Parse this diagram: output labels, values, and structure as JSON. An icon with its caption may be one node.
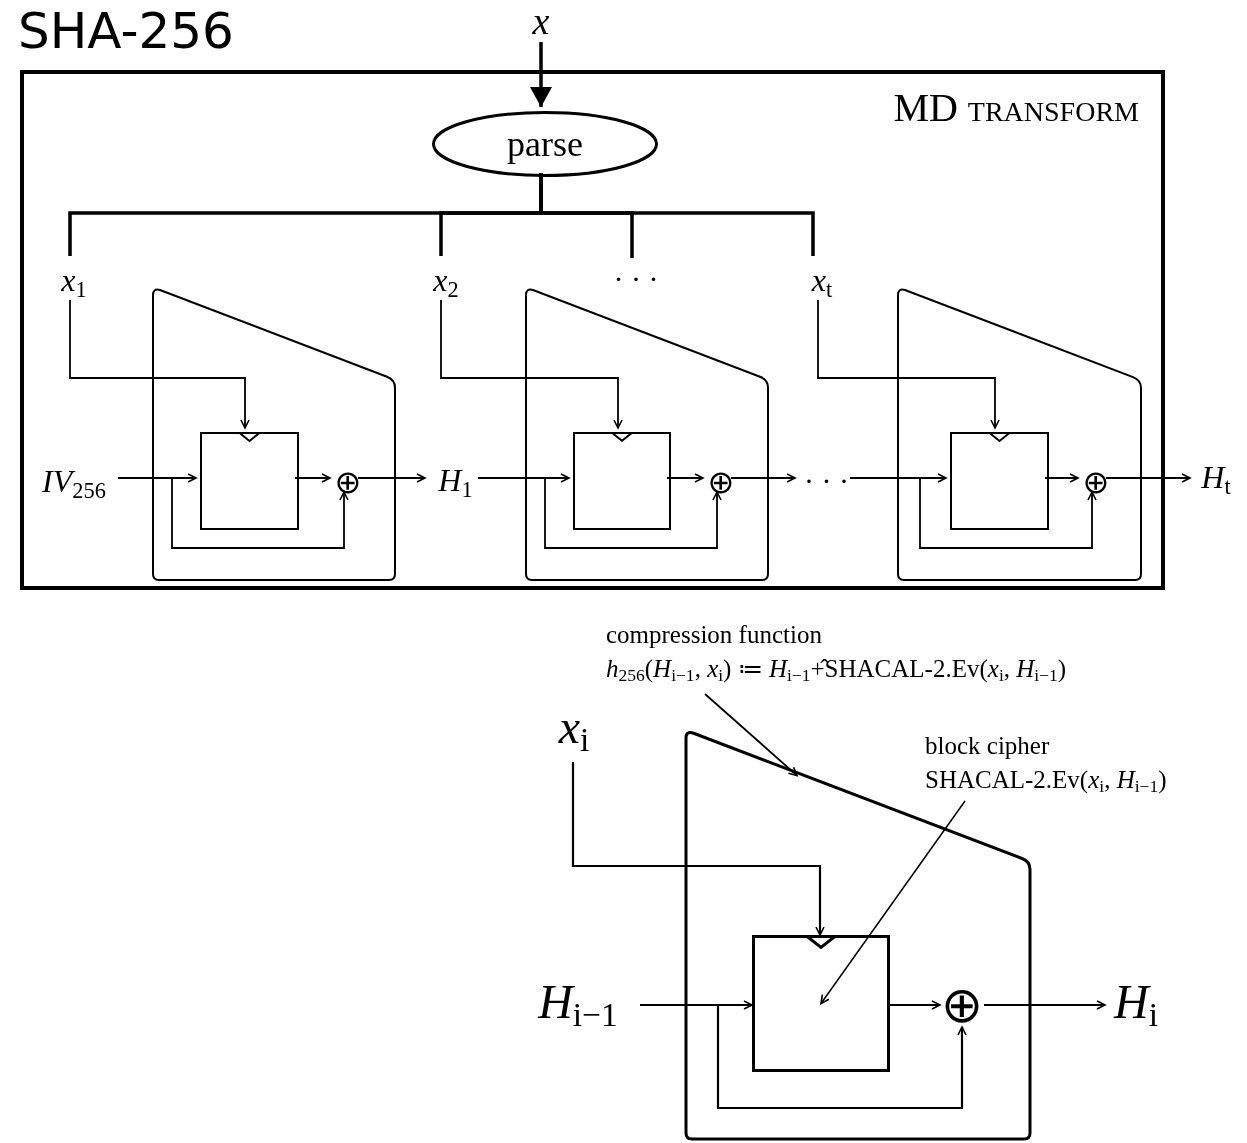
{
  "diagram": {
    "title": "SHA-256",
    "nodes": [
      {
        "text": [
          "x"
        ]
      },
      {
        "text": [
          "MD transform"
        ]
      },
      {
        "text": [
          "parse"
        ],
        "in": 1
      },
      {
        "text": [
          "*x*$_{1}$"
        ],
        "in": 1
      },
      {
        "text": [
          "*x*$_{2}$"
        ],
        "in": 1
      },
      {
        "text": [
          "· · ·"
        ],
        "in": 1
      },
      {
        "text": [
          "*x*$_{t}$"
        ],
        "in": 1
      },
      {
        "text": [
          "*IV*$_{256}$"
        ],
        "in": 1
      },
      {
        "text": [],
        "shape": "box",
        "in": 1
      },
      {
        "text": [],
        "shape": "box",
        "in": 8
      },
      {
        "text": [
          "⊕"
        ],
        "in": 8
      },
      {
        "text": [
          "*H*$_{1}$"
        ],
        "in": 1
      },
      {
        "text": [],
        "shape": "box",
        "in": 1
      },
      {
        "text": [],
        "shape": "box",
        "in": 12
      },
      {
        "text": [
          "⊕"
        ],
        "in": 12
      },
      {
        "text": [
          "· · ·"
        ],
        "in": 1
      },
      {
        "text": [],
        "shape": "box",
        "in": 1
      },
      {
        "text": [],
        "shape": "box",
        "in": 16
      },
      {
        "text": [
          "⊕"
        ],
        "in": 16
      },
      {
        "text": [
          "*H*$_{t}$"
        ]
      },
      {
        "text": [
          "compression function",
          "*h*$_{256}$(*H*$_{i−1}$, *x*$_{i}$) ≔ *H*$_{i−1}$+̂SHACAL-2.Ev(*x*$_{i}$, *H*$_{i−1}$)"
        ]
      },
      {
        "text": [
          "*x*$_{i}$"
        ]
      },
      {
        "text": [],
        "shape": "box"
      },
      {
        "text": [
          "block cipher",
          "SHACAL-2.Ev(*x*$_{i}$, *H*$_{i−1}$)"
        ]
      },
      {
        "text": [],
        "shape": "box",
        "in": 22
      },
      {
        "text": [
          "*H*$_{i−1}$"
        ]
      },
      {
        "text": [
          "⊕"
        ],
        "in": 22
      },
      {
        "text": [
          "*H*$_{i}$"
        ]
      }
    ],
    "edges": [
      {
        "from": 0,
        "to": 2,
        "arrow": "to"
      },
      {
        "from": 2,
        "to": 3,
        "arrow": "none"
      },
      {
        "from": 2,
        "to": 4,
        "arrow": "none"
      },
      {
        "from": 2,
        "to": 5,
        "arrow": "none"
      },
      {
        "from": 2,
        "to": 6,
        "arrow": "none"
      },
      {
        "from": 3,
        "to": 9,
        "arrow": "to"
      },
      {
        "from": 7,
        "to": 9,
        "arrow": "to"
      },
      {
        "from": 7,
        "to": 10,
        "arrow": "to"
      },
      {
        "from": 9,
        "to": 10,
        "arrow": "to"
      },
      {
        "from": 10,
        "to": 11,
        "arrow": "to"
      },
      {
        "from": 4,
        "to": 13,
        "arrow": "to"
      },
      {
        "from": 11,
        "to": 13,
        "arrow": "to"
      },
      {
        "from": 11,
        "to": 14,
        "arrow": "to"
      },
      {
        "from": 13,
        "to": 14,
        "arrow": "to"
      },
      {
        "from": 14,
        "to": 15,
        "arrow": "to"
      },
      {
        "from": 6,
        "to": 17,
        "arrow": "to"
      },
      {
        "from": 15,
        "to": 17,
        "arrow": "to"
      },
      {
        "from": 15,
        "to": 18,
        "arrow": "to"
      },
      {
        "from": 17,
        "to": 18,
        "arrow": "to"
      },
      {
        "from": 18,
        "to": 19,
        "arrow": "to"
      },
      {
        "from": 20,
        "to": 22,
        "arrow": "to"
      },
      {
        "from": 23,
        "to": 24,
        "arrow": "to"
      },
      {
        "from": 21,
        "to": 24,
        "arrow": "to"
      },
      {
        "from": 25,
        "to": 24,
        "arrow": "to"
      },
      {
        "from": 25,
        "to": 26,
        "arrow": "to"
      },
      {
        "from": 24,
        "to": 26,
        "arrow": "to"
      },
      {
        "from": 26,
        "to": 27,
        "arrow": "to"
      }
    ]
  }
}
